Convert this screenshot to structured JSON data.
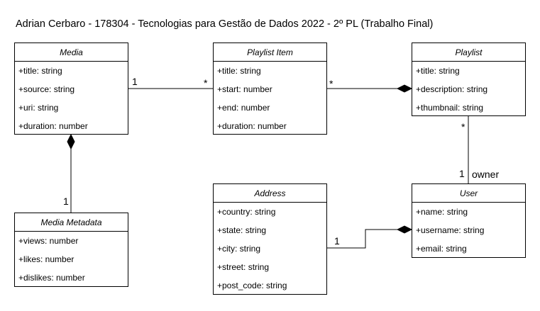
{
  "title": "Adrian Cerbaro - 178304 - Tecnologias para Gestão de Dados 2022 - 2º PL (Trabalho Final)",
  "classes": {
    "media": {
      "name": "Media",
      "attrs": [
        "+title: string",
        "+source: string",
        "+uri: string",
        "+duration: number"
      ]
    },
    "playlist_item": {
      "name": "Playlist Item",
      "attrs": [
        "+title: string",
        "+start: number",
        "+end: number",
        "+duration: number"
      ]
    },
    "playlist": {
      "name": "Playlist",
      "attrs": [
        "+title: string",
        "+description: string",
        "+thumbnail: string"
      ]
    },
    "media_metadata": {
      "name": "Media Metadata",
      "attrs": [
        "+views: number",
        "+likes: number",
        "+dislikes: number"
      ]
    },
    "address": {
      "name": "Address",
      "attrs": [
        "+country: string",
        "+state: string",
        "+city: string",
        "+street: string",
        "+post_code: string"
      ]
    },
    "user": {
      "name": "User",
      "attrs": [
        "+name: string",
        "+username: string",
        "+email: string"
      ]
    }
  },
  "multiplicities": {
    "media_item_media": "1",
    "media_item_item": "*",
    "item_playlist_item": "*",
    "media_meta_meta": "1",
    "playlist_user_playlist": "*",
    "playlist_user_user": "1",
    "playlist_user_role": "owner",
    "address_user_address": "1"
  }
}
